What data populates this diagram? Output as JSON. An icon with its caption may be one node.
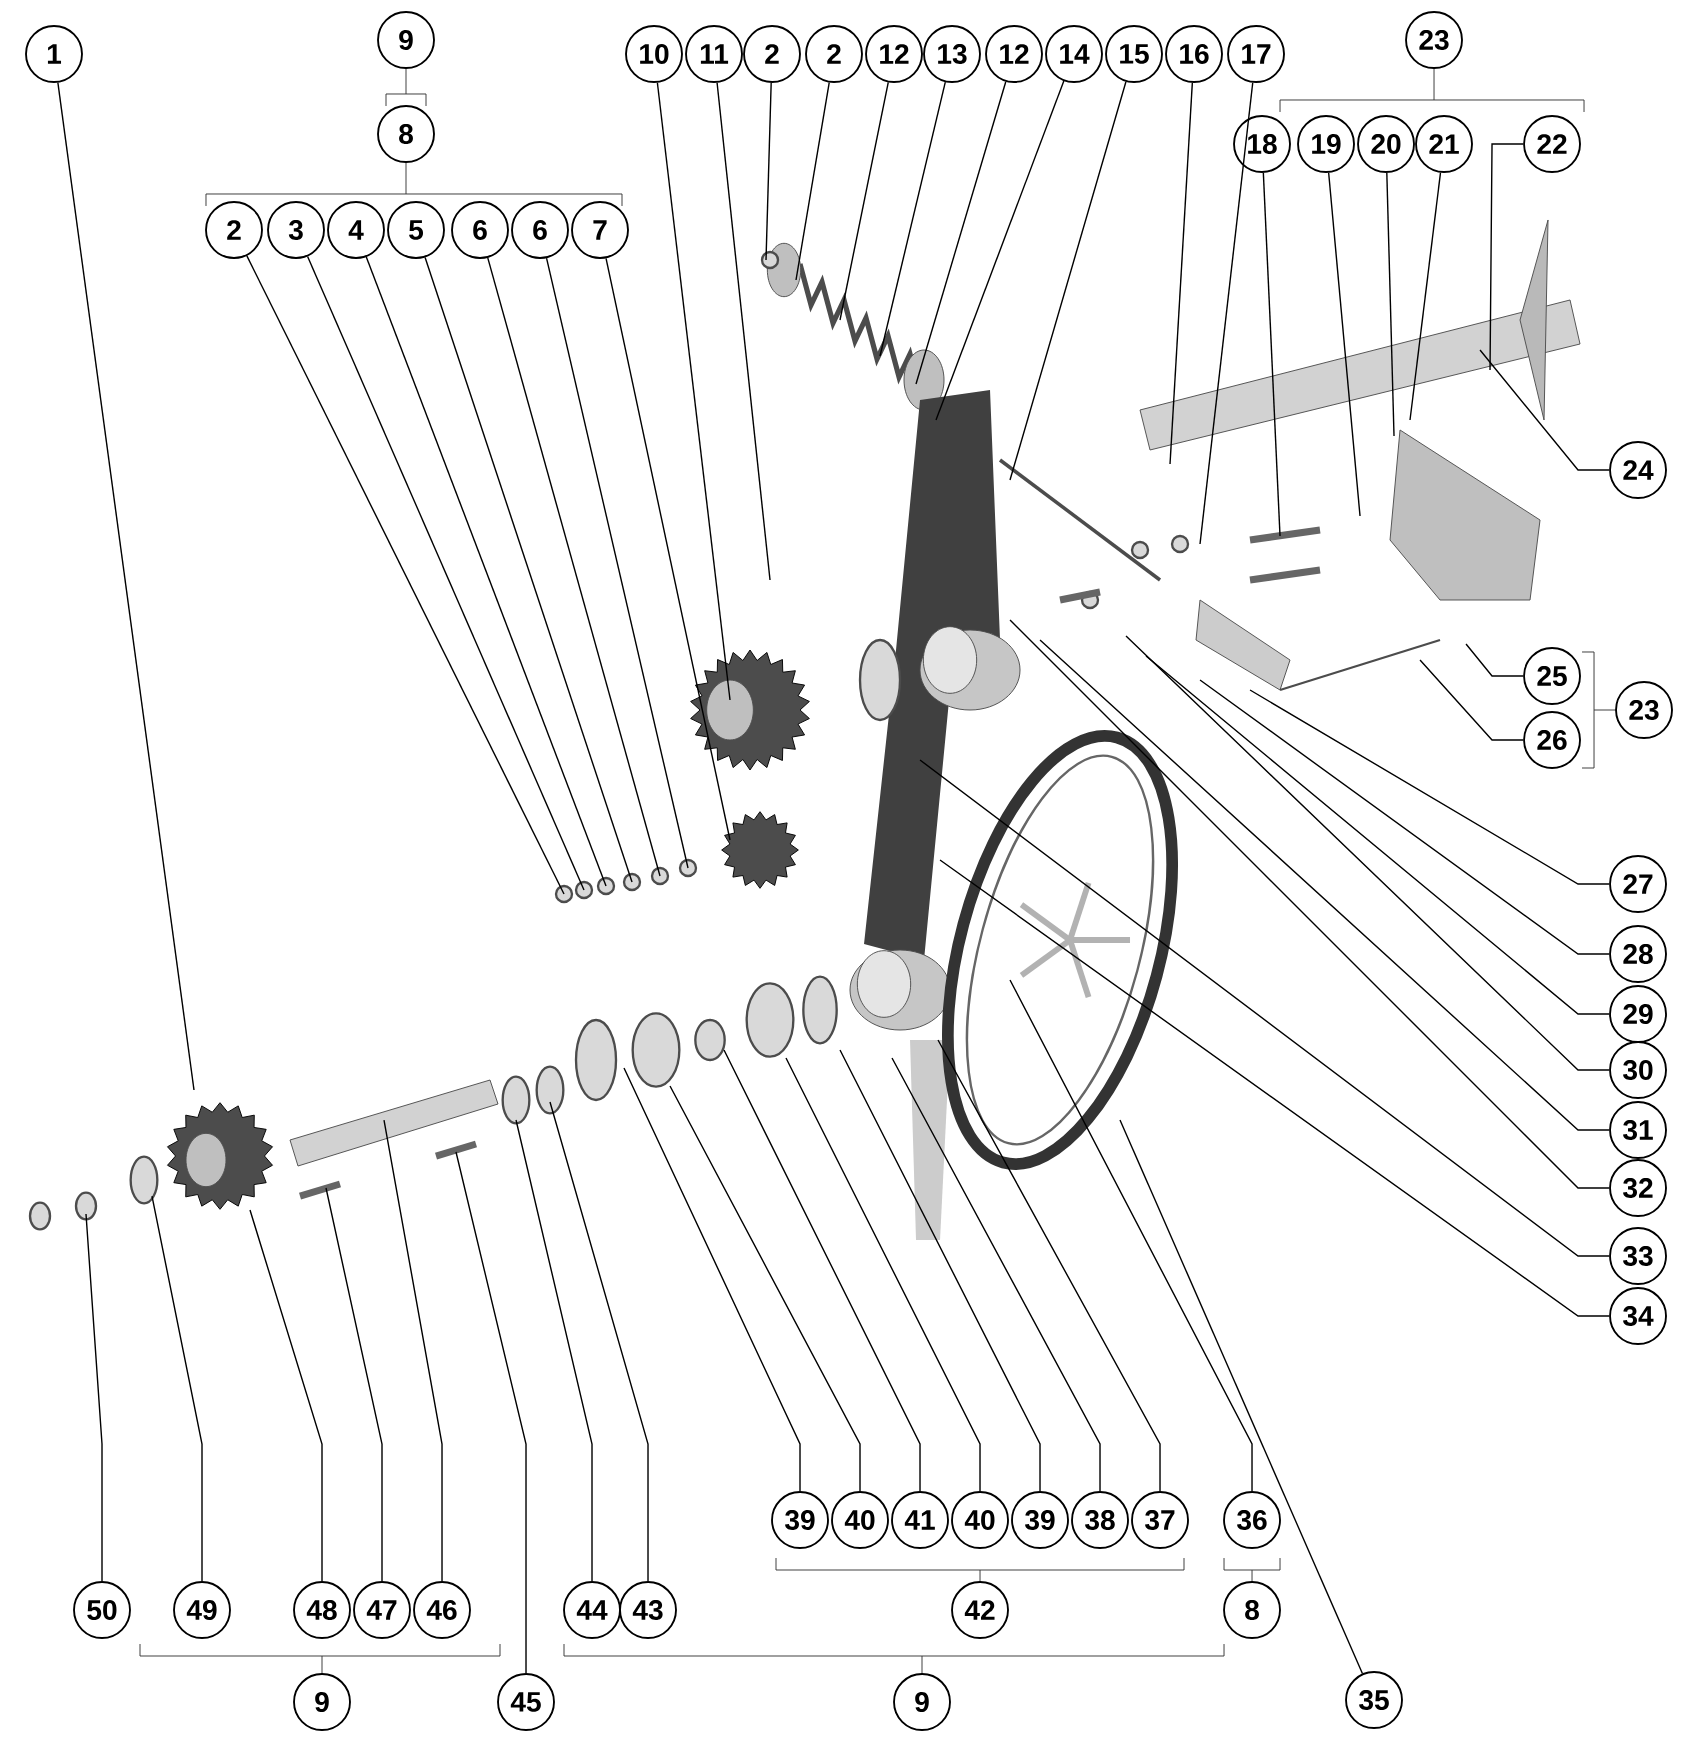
{
  "diagram": {
    "nodes": [
      {
        "text": [
          "1"
        ]
      },
      {
        "text": [
          "9"
        ]
      },
      {
        "text": [
          "8"
        ]
      },
      {
        "text": [
          "10"
        ]
      },
      {
        "text": [
          "11"
        ]
      },
      {
        "text": [
          "2"
        ]
      },
      {
        "text": [
          "2"
        ]
      },
      {
        "text": [
          "12"
        ]
      },
      {
        "text": [
          "13"
        ]
      },
      {
        "text": [
          "12"
        ]
      },
      {
        "text": [
          "14"
        ]
      },
      {
        "text": [
          "15"
        ]
      },
      {
        "text": [
          "16"
        ]
      },
      {
        "text": [
          "17"
        ]
      },
      {
        "text": [
          "23"
        ]
      },
      {
        "text": [
          "18"
        ]
      },
      {
        "text": [
          "19"
        ]
      },
      {
        "text": [
          "20"
        ]
      },
      {
        "text": [
          "21"
        ]
      },
      {
        "text": [
          "22"
        ]
      },
      {
        "text": [
          "2"
        ]
      },
      {
        "text": [
          "3"
        ]
      },
      {
        "text": [
          "4"
        ]
      },
      {
        "text": [
          "5"
        ]
      },
      {
        "text": [
          "6"
        ]
      },
      {
        "text": [
          "6"
        ]
      },
      {
        "text": [
          "7"
        ]
      },
      {
        "text": [
          "24"
        ]
      },
      {
        "text": [
          "25"
        ]
      },
      {
        "text": [
          "23"
        ]
      },
      {
        "text": [
          "26"
        ]
      },
      {
        "text": [
          "27"
        ]
      },
      {
        "text": [
          "28"
        ]
      },
      {
        "text": [
          "29"
        ]
      },
      {
        "text": [
          "30"
        ]
      },
      {
        "text": [
          "31"
        ]
      },
      {
        "text": [
          "32"
        ]
      },
      {
        "text": [
          "33"
        ]
      },
      {
        "text": [
          "34"
        ]
      },
      {
        "text": [
          "39"
        ]
      },
      {
        "text": [
          "40"
        ]
      },
      {
        "text": [
          "41"
        ]
      },
      {
        "text": [
          "40"
        ]
      },
      {
        "text": [
          "39"
        ]
      },
      {
        "text": [
          "38"
        ]
      },
      {
        "text": [
          "37"
        ]
      },
      {
        "text": [
          "36"
        ]
      },
      {
        "text": [
          "42"
        ]
      },
      {
        "text": [
          "8"
        ]
      },
      {
        "text": [
          "50"
        ]
      },
      {
        "text": [
          "49"
        ]
      },
      {
        "text": [
          "48"
        ]
      },
      {
        "text": [
          "47"
        ]
      },
      {
        "text": [
          "46"
        ]
      },
      {
        "text": [
          "44"
        ]
      },
      {
        "text": [
          "43"
        ]
      },
      {
        "text": [
          "9"
        ]
      },
      {
        "text": [
          "45"
        ]
      },
      {
        "text": [
          "9"
        ]
      },
      {
        "text": [
          "35"
        ]
      }
    ],
    "edges": [
      {
        "from": 0,
        "to": null,
        "arrow": "none"
      },
      {
        "from": 3,
        "to": null,
        "arrow": "none"
      },
      {
        "from": 4,
        "to": null,
        "arrow": "none"
      },
      {
        "from": 5,
        "to": null,
        "arrow": "none"
      },
      {
        "from": 6,
        "to": null,
        "arrow": "none"
      },
      {
        "from": 7,
        "to": null,
        "arrow": "none"
      },
      {
        "from": 8,
        "to": null,
        "arrow": "none"
      },
      {
        "from": 9,
        "to": null,
        "arrow": "none"
      },
      {
        "from": 10,
        "to": null,
        "arrow": "none"
      },
      {
        "from": 11,
        "to": null,
        "arrow": "none"
      },
      {
        "from": 12,
        "to": null,
        "arrow": "none"
      },
      {
        "from": 13,
        "to": null,
        "arrow": "none"
      },
      {
        "from": 15,
        "to": null,
        "arrow": "none"
      },
      {
        "from": 16,
        "to": null,
        "arrow": "none"
      },
      {
        "from": 17,
        "to": null,
        "arrow": "none"
      },
      {
        "from": 18,
        "to": null,
        "arrow": "none"
      },
      {
        "from": 19,
        "to": null,
        "arrow": "none"
      },
      {
        "from": 20,
        "to": null,
        "arrow": "none"
      },
      {
        "from": 21,
        "to": null,
        "arrow": "none"
      },
      {
        "from": 22,
        "to": null,
        "arrow": "none"
      },
      {
        "from": 23,
        "to": null,
        "arrow": "none"
      },
      {
        "from": 24,
        "to": null,
        "arrow": "none"
      },
      {
        "from": 25,
        "to": null,
        "arrow": "none"
      },
      {
        "from": 26,
        "to": null,
        "arrow": "none"
      },
      {
        "from": 27,
        "to": null,
        "arrow": "none"
      },
      {
        "from": 28,
        "to": null,
        "arrow": "none"
      },
      {
        "from": 30,
        "to": null,
        "arrow": "none"
      },
      {
        "from": 31,
        "to": null,
        "arrow": "none"
      },
      {
        "from": 32,
        "to": null,
        "arrow": "none"
      },
      {
        "from": 33,
        "to": null,
        "arrow": "none"
      },
      {
        "from": 34,
        "to": null,
        "arrow": "none"
      },
      {
        "from": 35,
        "to": null,
        "arrow": "none"
      },
      {
        "from": 36,
        "to": null,
        "arrow": "none"
      },
      {
        "from": 37,
        "to": null,
        "arrow": "none"
      },
      {
        "from": 38,
        "to": null,
        "arrow": "none"
      },
      {
        "from": 39,
        "to": null,
        "arrow": "none"
      },
      {
        "from": 40,
        "to": null,
        "arrow": "none"
      },
      {
        "from": 41,
        "to": null,
        "arrow": "none"
      },
      {
        "from": 42,
        "to": null,
        "arrow": "none"
      },
      {
        "from": 43,
        "to": null,
        "arrow": "none"
      },
      {
        "from": 44,
        "to": null,
        "arrow": "none"
      },
      {
        "from": 45,
        "to": null,
        "arrow": "none"
      },
      {
        "from": 46,
        "to": null,
        "arrow": "none"
      },
      {
        "from": 49,
        "to": null,
        "arrow": "none"
      },
      {
        "from": 50,
        "to": null,
        "arrow": "none"
      },
      {
        "from": 51,
        "to": null,
        "arrow": "none"
      },
      {
        "from": 52,
        "to": null,
        "arrow": "none"
      },
      {
        "from": 53,
        "to": null,
        "arrow": "none"
      },
      {
        "from": 54,
        "to": null,
        "arrow": "none"
      },
      {
        "from": 55,
        "to": null,
        "arrow": "none"
      },
      {
        "from": 57,
        "to": null,
        "arrow": "none"
      },
      {
        "from": 59,
        "to": null,
        "arrow": "none"
      }
    ]
  }
}
